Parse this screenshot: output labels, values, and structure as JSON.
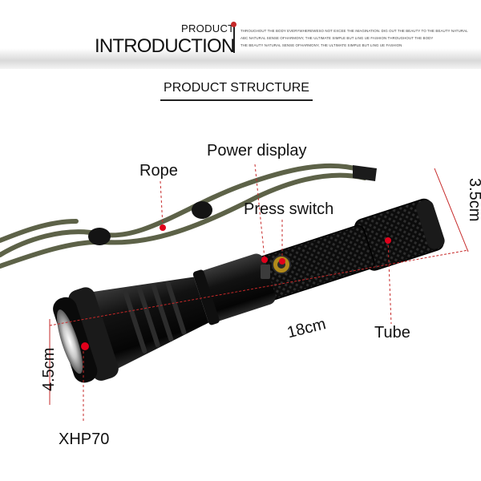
{
  "header": {
    "title_small": "PRODUCT",
    "title_big": "INTRODUCTION",
    "copy_lines": [
      "THROUGHOUT THE BODY EVERYWHEREWESO NOT EXCEE THE IMAGINATION. DIG OUT THE BEAUTY TO THE BEAUTY NATURAL",
      "ABC NATURAL SENSE OFHARMONY, THE ULTIMATE SIMPLE BUT LING UE FASHION THROUGHOUT THE BODY",
      "THE BEAUTY NATURAL SENSE OFHARMONY, THE ULTIMATE SIMPLE BUT LING UE FASHION"
    ],
    "accent_color": "#c62828"
  },
  "section": {
    "title": "PRODUCT STRUCTURE"
  },
  "callouts": {
    "rope": "Rope",
    "power_display": "Power display",
    "press_switch": "Press switch",
    "tube": "Tube",
    "led": "XHP70"
  },
  "dimensions": {
    "length": "18cm",
    "head_diameter": "4.5cm",
    "tail_diameter": "3.5cm"
  },
  "colors": {
    "marker": "#e0001b",
    "body": "#141414",
    "strap": "#5d6248"
  }
}
